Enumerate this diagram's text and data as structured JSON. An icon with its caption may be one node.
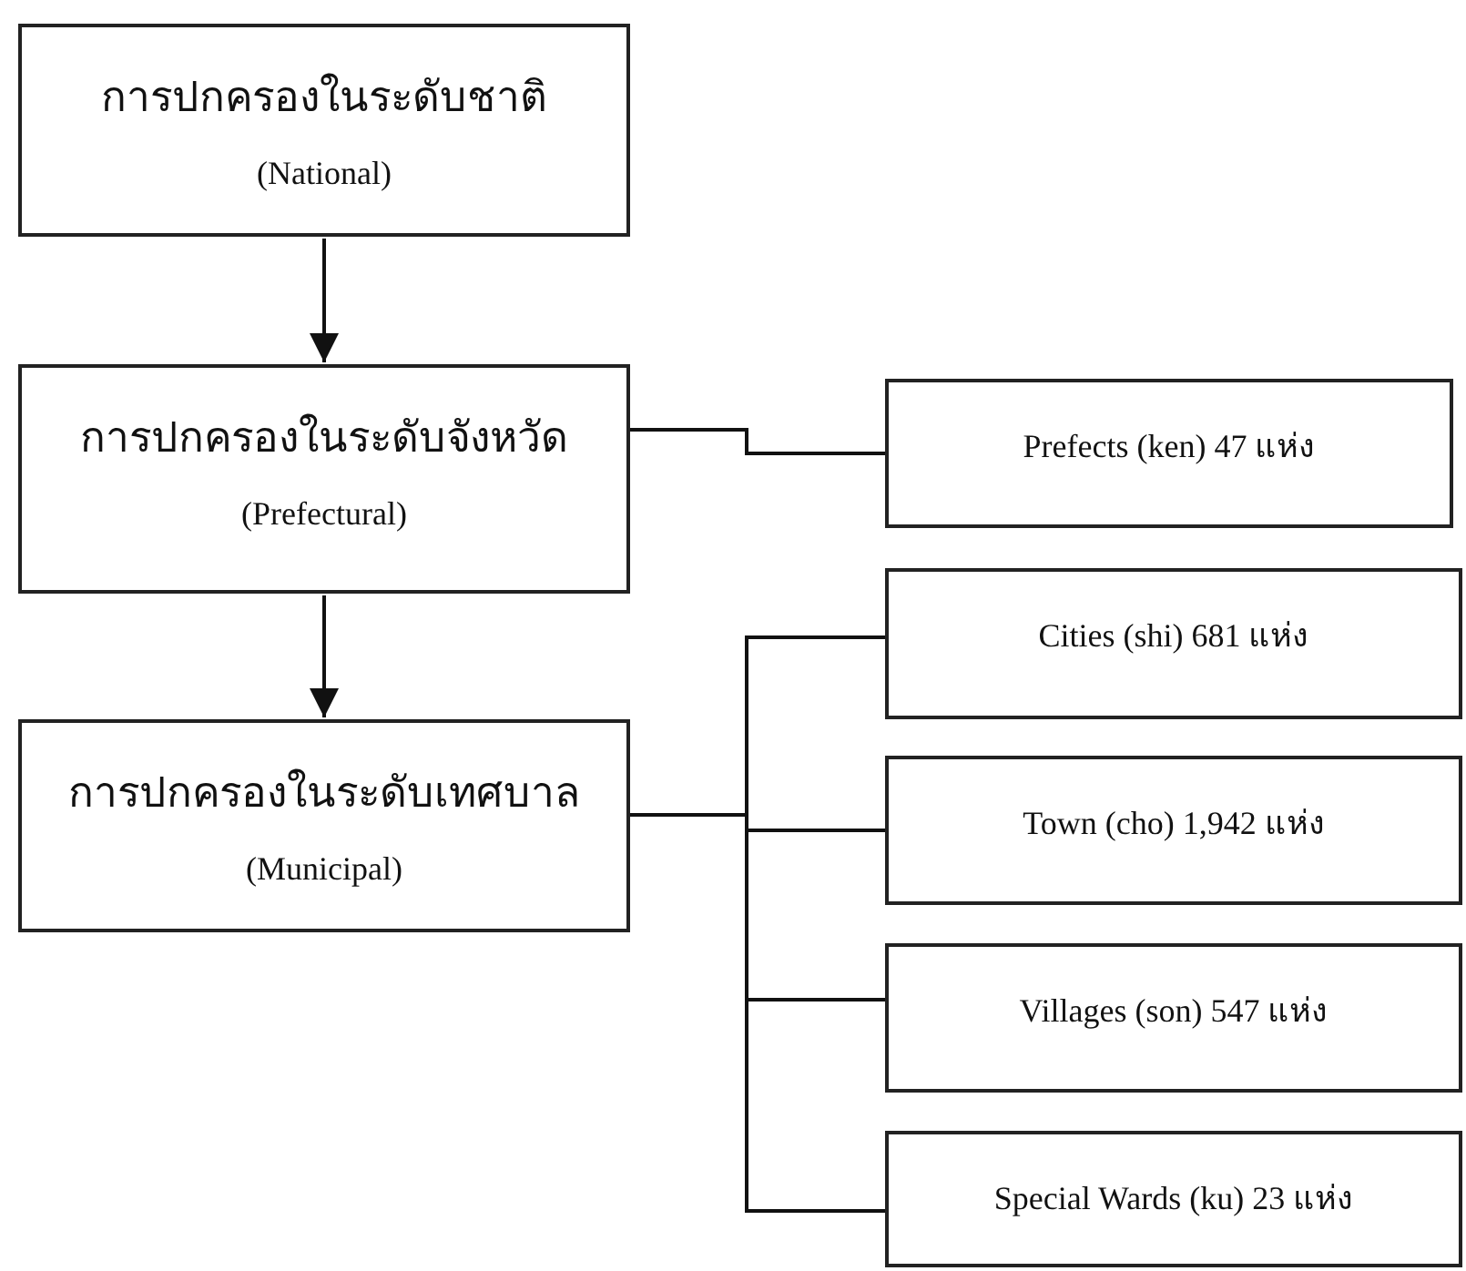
{
  "diagram": {
    "nodes": [
      {
        "text": [
          "การปกครองในระดับชาติ",
          "(National)"
        ]
      },
      {
        "text": [
          "การปกครองในระดับจังหวัด",
          "(Prefectural)"
        ]
      },
      {
        "text": [
          "การปกครองในระดับเทศบาล",
          "(Municipal)"
        ]
      },
      {
        "text": [
          "Prefects (ken) 47 แห่ง"
        ]
      },
      {
        "text": [
          "Cities (shi) 681 แห่ง"
        ]
      },
      {
        "text": [
          "Town (cho) 1,942 แห่ง"
        ]
      },
      {
        "text": [
          "Villages (son) 547 แห่ง"
        ]
      },
      {
        "text": [
          "Special Wards (ku) 23 แห่ง"
        ]
      }
    ],
    "edges": [
      {
        "from": 0,
        "to": 1,
        "arrow": "to"
      },
      {
        "from": 1,
        "to": 2,
        "arrow": "to"
      },
      {
        "from": 1,
        "to": 3,
        "arrow": "none"
      },
      {
        "from": 2,
        "to": 4,
        "arrow": "none"
      },
      {
        "from": 2,
        "to": 5,
        "arrow": "none"
      },
      {
        "from": 2,
        "to": 6,
        "arrow": "none"
      },
      {
        "from": 2,
        "to": 7,
        "arrow": "none"
      }
    ]
  }
}
